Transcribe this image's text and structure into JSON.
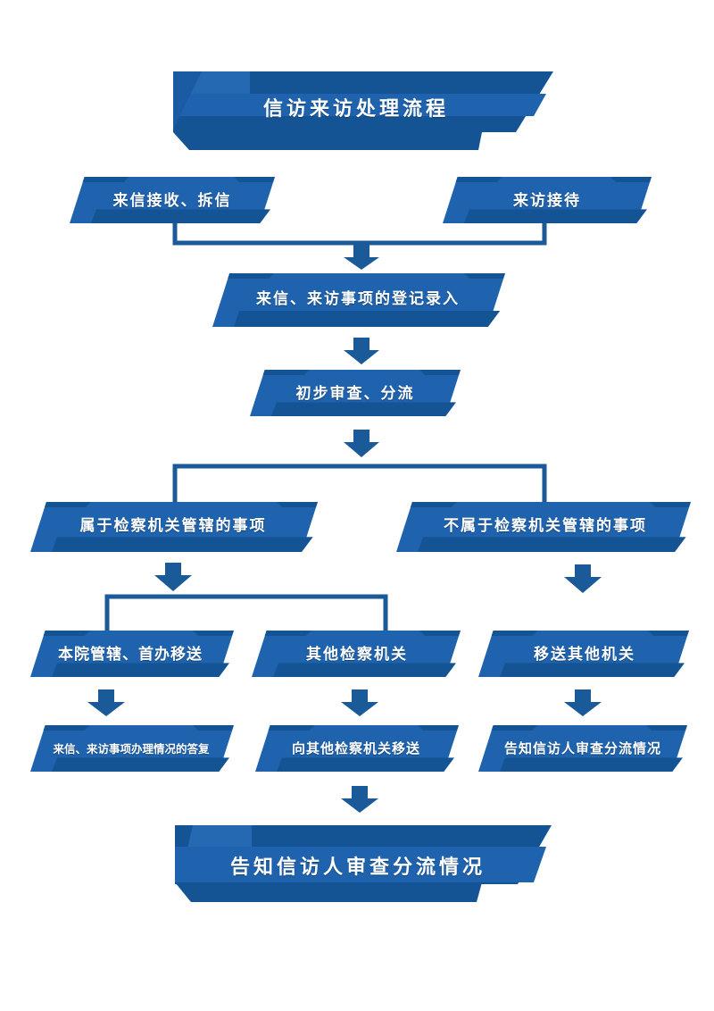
{
  "title": "信访来访处理流程",
  "colors": {
    "primary": "#1f63ae",
    "dark": "#155494",
    "line": "#1b5a99",
    "text": "#ffffff"
  },
  "nodes": {
    "letter_receive": "来信接收、拆信",
    "visit_reception": "来访接待",
    "registration": "来信、来访事项的登记录入",
    "preliminary_review": "初步审查、分流",
    "within_jurisdiction": "属于检察机关管辖的事项",
    "outside_jurisdiction": "不属于检察机关管辖的事项",
    "own_court": "本院管辖、首办移送",
    "other_procuratorate": "其他检察机关",
    "transfer_other_organ": "移送其他机关",
    "reply_handling": "来信、来访事项办理情况的答复",
    "transfer_other_procuratorate": "向其他检察机关移送",
    "notify_petitioner_right": "告知信访人审查分流情况",
    "final": "告知信访人审查分流情况"
  }
}
